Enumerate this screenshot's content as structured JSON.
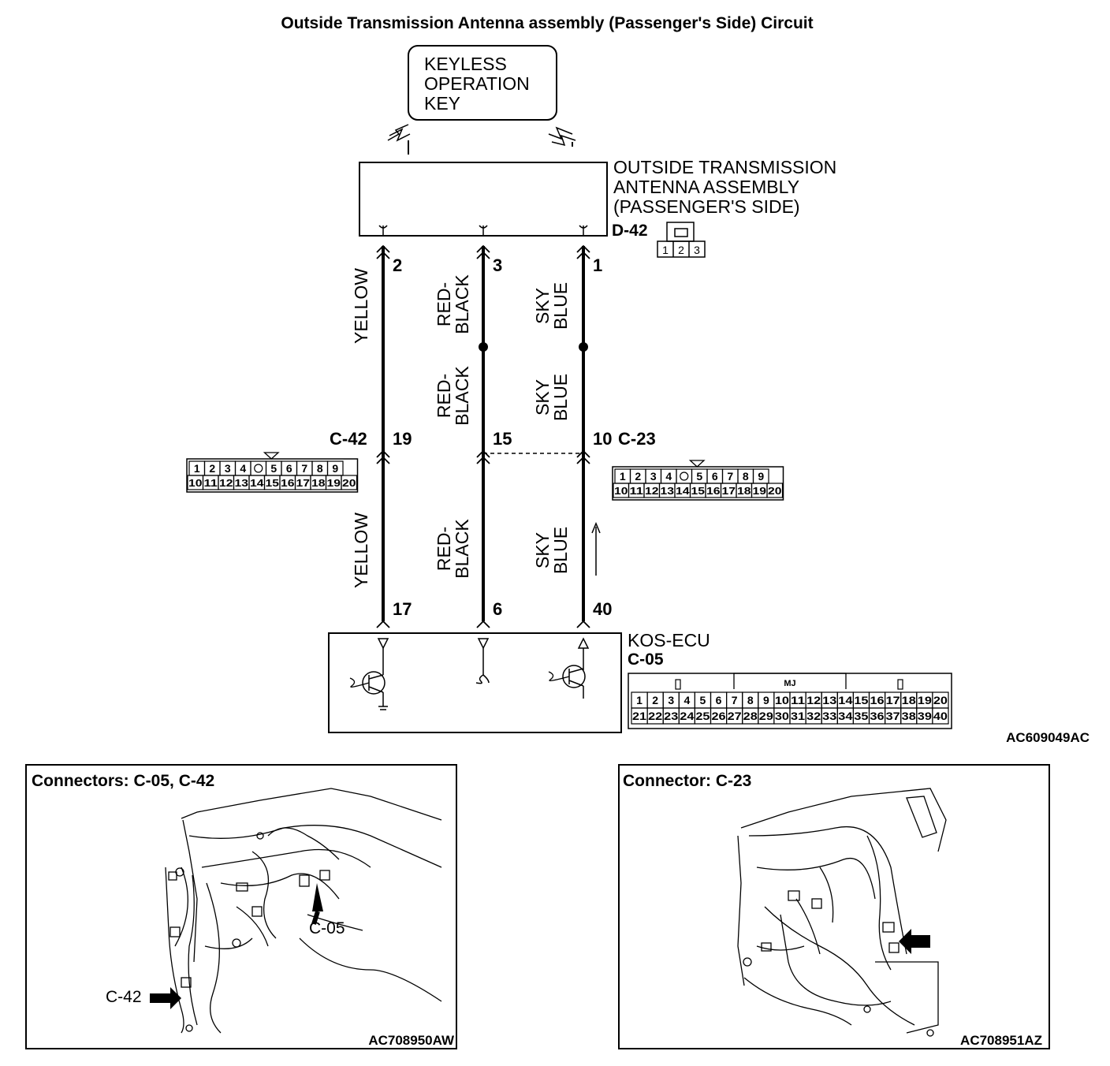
{
  "title": "Outside Transmission Antenna assembly (Passenger's Side) Circuit",
  "key_box": {
    "lines": [
      "KEYLESS",
      "OPERATION",
      "KEY"
    ]
  },
  "antenna": {
    "lines": [
      "OUTSIDE TRANSMISSION",
      "ANTENNA ASSEMBLY",
      "(PASSENGER'S SIDE)"
    ],
    "connector": "D-42",
    "connector_pins": [
      "1",
      "2",
      "3"
    ]
  },
  "wires": [
    {
      "top_pin": "2",
      "mid_pin": "19",
      "bottom_pin": "17",
      "upper_color": [
        "YELLOW"
      ],
      "middle_color": [],
      "lower_color": [
        "YELLOW"
      ]
    },
    {
      "top_pin": "3",
      "mid_pin": "15",
      "bottom_pin": "6",
      "upper_color": [
        "RED-",
        "BLACK"
      ],
      "middle_color": [
        "RED-",
        "BLACK"
      ],
      "lower_color": [
        "RED-",
        "BLACK"
      ]
    },
    {
      "top_pin": "1",
      "mid_pin": "10",
      "bottom_pin": "40",
      "upper_color": [
        "SKY",
        "BLUE"
      ],
      "middle_color": [
        "SKY",
        "BLUE"
      ],
      "lower_color": [
        "SKY",
        "BLUE"
      ]
    }
  ],
  "connector_c42": {
    "label": "C-42",
    "row1": [
      "1",
      "2",
      "3",
      "4",
      "",
      "5",
      "6",
      "7",
      "8",
      "9"
    ],
    "row2": [
      "10",
      "11",
      "12",
      "13",
      "14",
      "15",
      "16",
      "17",
      "18",
      "19",
      "20"
    ]
  },
  "connector_c23": {
    "label": "C-23",
    "row1": [
      "1",
      "2",
      "3",
      "4",
      "",
      "5",
      "6",
      "7",
      "8",
      "9"
    ],
    "row2": [
      "10",
      "11",
      "12",
      "13",
      "14",
      "15",
      "16",
      "17",
      "18",
      "19",
      "20"
    ]
  },
  "ecu": {
    "name": "KOS-ECU",
    "connector": "C-05",
    "marker": "MJ",
    "row1": [
      "1",
      "2",
      "3",
      "4",
      "5",
      "6",
      "7",
      "8",
      "9",
      "10",
      "11",
      "12",
      "13",
      "14",
      "15",
      "16",
      "17",
      "18",
      "19",
      "20"
    ],
    "row2": [
      "21",
      "22",
      "23",
      "24",
      "25",
      "26",
      "27",
      "28",
      "29",
      "30",
      "31",
      "32",
      "33",
      "34",
      "35",
      "36",
      "37",
      "38",
      "39",
      "40"
    ]
  },
  "figure_code": "AC609049AC",
  "panel_left": {
    "title": "Connectors: C-05, C-42",
    "callout_a": "C-05",
    "callout_b": "C-42",
    "code": "AC708950AW"
  },
  "panel_right": {
    "title": "Connector: C-23",
    "code": "AC708951AZ"
  }
}
